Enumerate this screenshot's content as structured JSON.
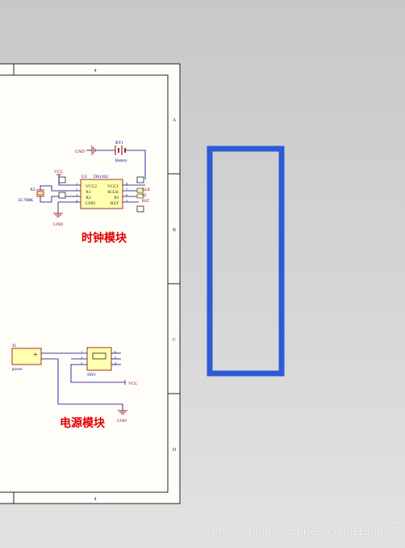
{
  "sheet": {
    "border_columns": [
      "4",
      "4"
    ],
    "border_rows": [
      "A",
      "B",
      "C",
      "D"
    ]
  },
  "clock_module": {
    "title": "时钟模块",
    "battery": {
      "ref": "BT1",
      "value": "Battery",
      "gnd": "GND"
    },
    "vcc_label": "VCC",
    "gnd_label": "GND",
    "crystal": {
      "ref": "X2",
      "value": "32.768K"
    },
    "ic": {
      "ref": "U2",
      "part": "DS1302",
      "pins_left": [
        {
          "num": "1",
          "name": "VCC2"
        },
        {
          "num": "2",
          "name": "X1"
        },
        {
          "num": "3",
          "name": "X2"
        },
        {
          "num": "4",
          "name": "GND"
        }
      ],
      "pins_right": [
        {
          "num": "8",
          "name": "VCC1"
        },
        {
          "num": "7",
          "name": "SCLK"
        },
        {
          "num": "6",
          "name": "IO"
        },
        {
          "num": "5",
          "name": "RST"
        }
      ]
    },
    "net_labels": [
      "CLK",
      "IO",
      "RST"
    ]
  },
  "power_module": {
    "title": "电源模块",
    "jack": {
      "ref": "J1",
      "value": "power"
    },
    "switch": {
      "ref": "SW1",
      "pins_left": [
        "1",
        "2",
        "3"
      ],
      "pins_right": [
        "6",
        "5",
        "4"
      ]
    },
    "vcc_label": "VCC",
    "gnd_label": "GND"
  },
  "colors": {
    "wire": "#00008b",
    "component_fill": "#ffffb0",
    "component_stroke": "#8b0000",
    "title_red": "#e00000",
    "selection_blue": "#2d5bd4",
    "sheet_bg": "#fffdf8"
  },
  "watermark": "https://blog.csdn.net/as480133937"
}
